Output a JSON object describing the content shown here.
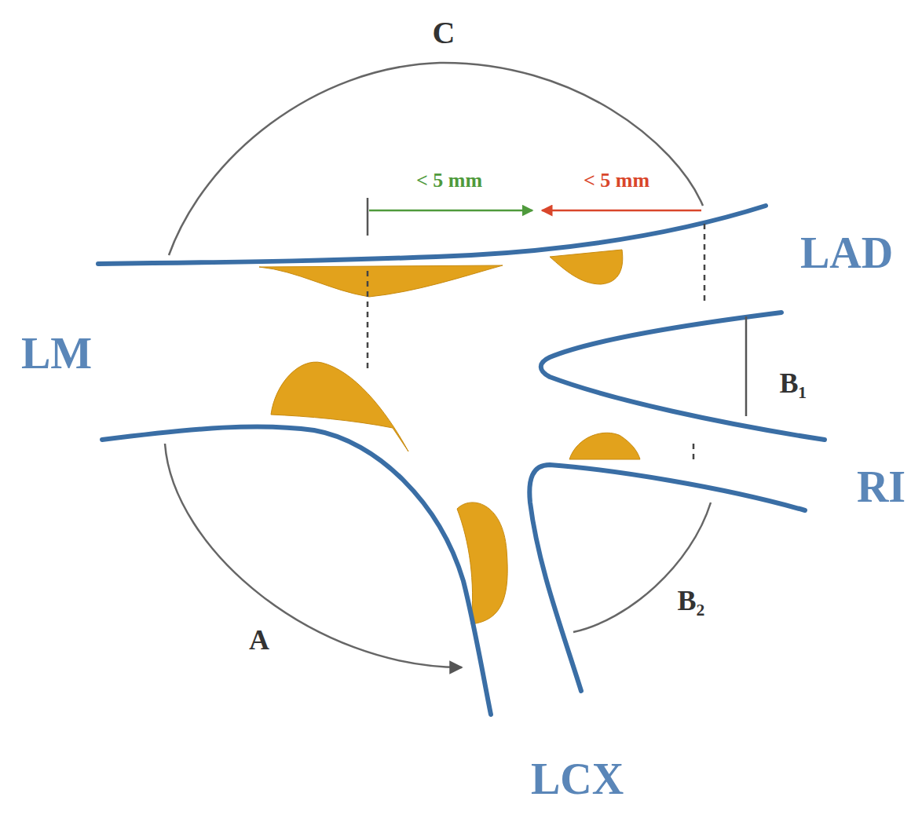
{
  "diagram": {
    "labels": [
      "C",
      "< 5 mm",
      "< 5 mm",
      "LAD",
      "LM",
      "B₁",
      "RI",
      "A",
      "B₂",
      "LCX"
    ]
  }
}
